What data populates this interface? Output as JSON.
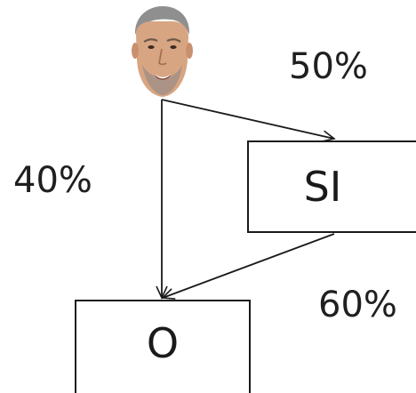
{
  "nodes": {
    "source": {
      "icon": "person-face-icon"
    },
    "si": {
      "label": "SI"
    },
    "o": {
      "label": "O"
    }
  },
  "edges": [
    {
      "from": "source",
      "to": "si",
      "label": "50%"
    },
    {
      "from": "source",
      "to": "o",
      "label": "40%"
    },
    {
      "from": "si",
      "to": "o",
      "label": "60%"
    }
  ],
  "colors": {
    "line": "#1a1a1a",
    "skin": "#d8a582",
    "hair": "#8f8f8f"
  }
}
